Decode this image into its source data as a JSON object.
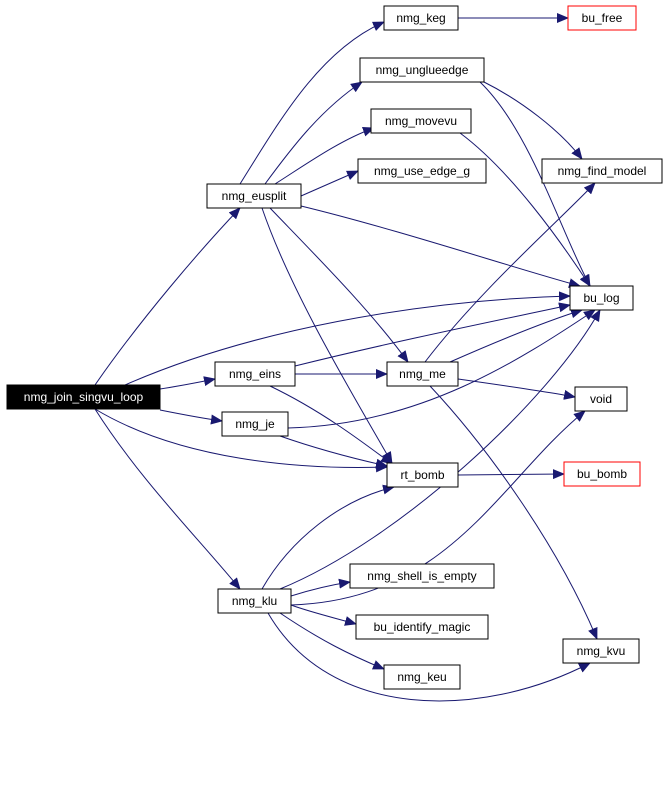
{
  "colors": {
    "edge": "#191970",
    "node_border": "#000000",
    "node_border_truncated": "#ff0000",
    "root_fill": "#000000",
    "root_text": "#ffffff",
    "node_fill": "#ffffff",
    "node_text": "#000000"
  },
  "nodes": [
    {
      "id": "nmg_join_singvu_loop",
      "label": "nmg_join_singvu_loop",
      "style": "root"
    },
    {
      "id": "nmg_eusplit",
      "label": "nmg_eusplit",
      "style": "normal"
    },
    {
      "id": "nmg_eins",
      "label": "nmg_eins",
      "style": "normal"
    },
    {
      "id": "nmg_je",
      "label": "nmg_je",
      "style": "normal"
    },
    {
      "id": "nmg_klu",
      "label": "nmg_klu",
      "style": "normal"
    },
    {
      "id": "nmg_keg",
      "label": "nmg_keg",
      "style": "normal"
    },
    {
      "id": "nmg_unglueedge",
      "label": "nmg_unglueedge",
      "style": "normal"
    },
    {
      "id": "nmg_movevu",
      "label": "nmg_movevu",
      "style": "normal"
    },
    {
      "id": "nmg_use_edge_g",
      "label": "nmg_use_edge_g",
      "style": "normal"
    },
    {
      "id": "nmg_me",
      "label": "nmg_me",
      "style": "normal"
    },
    {
      "id": "rt_bomb",
      "label": "rt_bomb",
      "style": "normal"
    },
    {
      "id": "nmg_shell_is_empty",
      "label": "nmg_shell_is_empty",
      "style": "normal"
    },
    {
      "id": "bu_identify_magic",
      "label": "bu_identify_magic",
      "style": "normal"
    },
    {
      "id": "nmg_keu",
      "label": "nmg_keu",
      "style": "normal"
    },
    {
      "id": "bu_free",
      "label": "bu_free",
      "style": "truncated"
    },
    {
      "id": "nmg_find_model",
      "label": "nmg_find_model",
      "style": "normal"
    },
    {
      "id": "bu_log",
      "label": "bu_log",
      "style": "normal"
    },
    {
      "id": "void",
      "label": "void",
      "style": "normal"
    },
    {
      "id": "bu_bomb",
      "label": "bu_bomb",
      "style": "truncated"
    },
    {
      "id": "nmg_kvu",
      "label": "nmg_kvu",
      "style": "normal"
    }
  ],
  "edges": [
    {
      "from": "nmg_join_singvu_loop",
      "to": "nmg_eusplit"
    },
    {
      "from": "nmg_join_singvu_loop",
      "to": "nmg_eins"
    },
    {
      "from": "nmg_join_singvu_loop",
      "to": "nmg_je"
    },
    {
      "from": "nmg_join_singvu_loop",
      "to": "nmg_klu"
    },
    {
      "from": "nmg_join_singvu_loop",
      "to": "bu_log"
    },
    {
      "from": "nmg_join_singvu_loop",
      "to": "rt_bomb"
    },
    {
      "from": "nmg_eusplit",
      "to": "nmg_keg"
    },
    {
      "from": "nmg_eusplit",
      "to": "nmg_unglueedge"
    },
    {
      "from": "nmg_eusplit",
      "to": "nmg_movevu"
    },
    {
      "from": "nmg_eusplit",
      "to": "nmg_use_edge_g"
    },
    {
      "from": "nmg_eusplit",
      "to": "bu_log"
    },
    {
      "from": "nmg_eusplit",
      "to": "nmg_me"
    },
    {
      "from": "nmg_eusplit",
      "to": "rt_bomb"
    },
    {
      "from": "nmg_keg",
      "to": "bu_free"
    },
    {
      "from": "nmg_unglueedge",
      "to": "nmg_find_model"
    },
    {
      "from": "nmg_unglueedge",
      "to": "bu_log"
    },
    {
      "from": "nmg_movevu",
      "to": "bu_log"
    },
    {
      "from": "nmg_eins",
      "to": "nmg_me"
    },
    {
      "from": "nmg_eins",
      "to": "bu_log"
    },
    {
      "from": "nmg_eins",
      "to": "rt_bomb"
    },
    {
      "from": "nmg_me",
      "to": "nmg_find_model"
    },
    {
      "from": "nmg_me",
      "to": "bu_log"
    },
    {
      "from": "nmg_me",
      "to": "void"
    },
    {
      "from": "nmg_me",
      "to": "nmg_kvu"
    },
    {
      "from": "nmg_je",
      "to": "bu_log"
    },
    {
      "from": "nmg_je",
      "to": "rt_bomb"
    },
    {
      "from": "rt_bomb",
      "to": "bu_bomb"
    },
    {
      "from": "nmg_klu",
      "to": "rt_bomb"
    },
    {
      "from": "nmg_klu",
      "to": "nmg_shell_is_empty"
    },
    {
      "from": "nmg_klu",
      "to": "bu_identify_magic"
    },
    {
      "from": "nmg_klu",
      "to": "nmg_keu"
    },
    {
      "from": "nmg_klu",
      "to": "nmg_kvu"
    },
    {
      "from": "nmg_klu",
      "to": "bu_log"
    },
    {
      "from": "nmg_klu",
      "to": "void"
    }
  ]
}
